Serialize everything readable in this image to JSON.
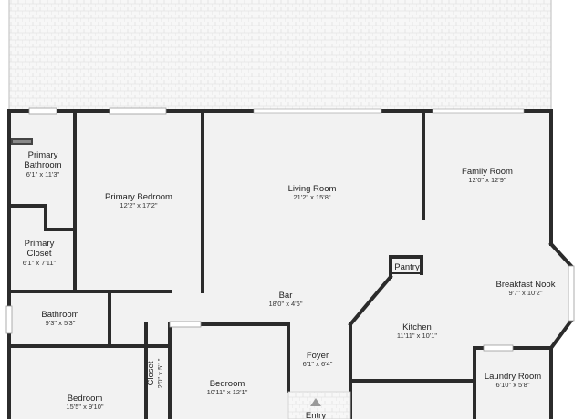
{
  "rooms": {
    "primary_bathroom": {
      "name_1": "Primary",
      "name_2": "Bathroom",
      "dims": "6'1\" x 11'3\""
    },
    "primary_bedroom": {
      "name": "Primary Bedroom",
      "dims": "12'2\" x 17'2\""
    },
    "living_room": {
      "name": "Living Room",
      "dims": "21'2\" x 15'8\""
    },
    "family_room": {
      "name": "Family Room",
      "dims": "12'0\" x 12'9\""
    },
    "primary_closet": {
      "name_1": "Primary",
      "name_2": "Closet",
      "dims": "6'1\" x 7'11\""
    },
    "pantry": {
      "name": "Pantry"
    },
    "breakfast_nook": {
      "name": "Breakfast Nook",
      "dims": "9'7\" x 10'2\""
    },
    "bar": {
      "name": "Bar",
      "dims": "18'0\" x 4'6\""
    },
    "bathroom": {
      "name": "Bathroom",
      "dims": "9'3\" x 5'3\""
    },
    "kitchen": {
      "name": "Kitchen",
      "dims": "11'11\" x 10'1\""
    },
    "closet": {
      "name": "Closet",
      "dims": "2'0\" x 5'1\""
    },
    "foyer": {
      "name": "Foyer",
      "dims": "6'1\" x 6'4\""
    },
    "laundry_room": {
      "name": "Laundry Room",
      "dims": "6'10\" x 5'8\""
    },
    "bedroom_2": {
      "name": "Bedroom",
      "dims": "10'11\" x 12'1\""
    },
    "bedroom_1": {
      "name": "Bedroom",
      "dims": "15'5\" x 9'10\""
    },
    "entry": {
      "name": "Entry"
    }
  },
  "colors": {
    "floor": "#f2f2f2",
    "patio": "#f6f6f6",
    "wall": "#2b2b2b",
    "window": "#d6d6d6",
    "label": "#222222"
  }
}
